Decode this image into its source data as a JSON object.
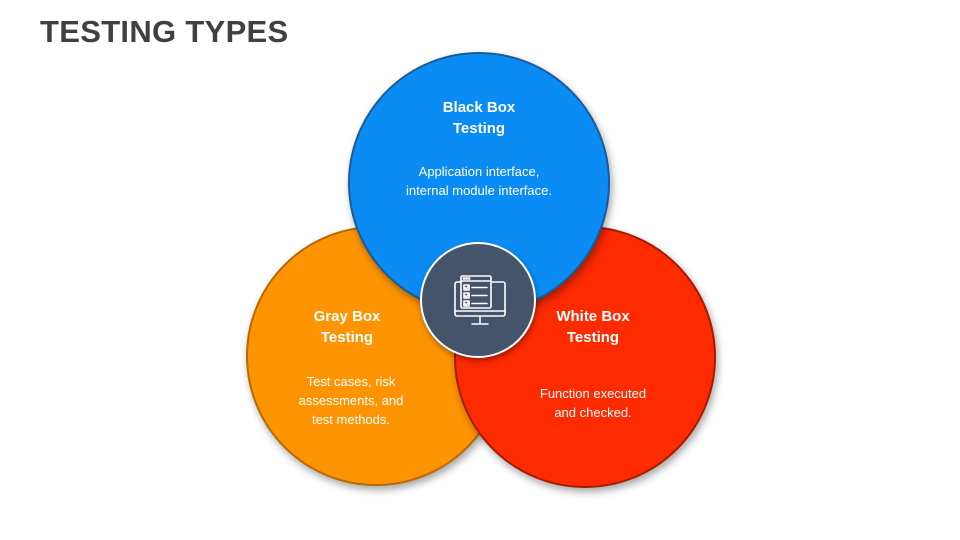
{
  "title": "TESTING TYPES",
  "circles": {
    "black_box": {
      "heading_line1": "Black Box",
      "heading_line2": "Testing",
      "desc_line1": "Application interface,",
      "desc_line2": "internal module interface.",
      "color": "#0a8cf4"
    },
    "gray_box": {
      "heading_line1": "Gray Box",
      "heading_line2": "Testing",
      "desc_line1": "Test cases, risk",
      "desc_line2": "assessments, and",
      "desc_line3": "test methods.",
      "color": "#fe9402"
    },
    "white_box": {
      "heading_line1": "White Box",
      "heading_line2": "Testing",
      "desc_line1": "Function executed",
      "desc_line2": "and checked.",
      "color": "#fe2a00"
    }
  },
  "center_icon": {
    "name": "computer-checklist-icon",
    "color": "#44546a"
  }
}
